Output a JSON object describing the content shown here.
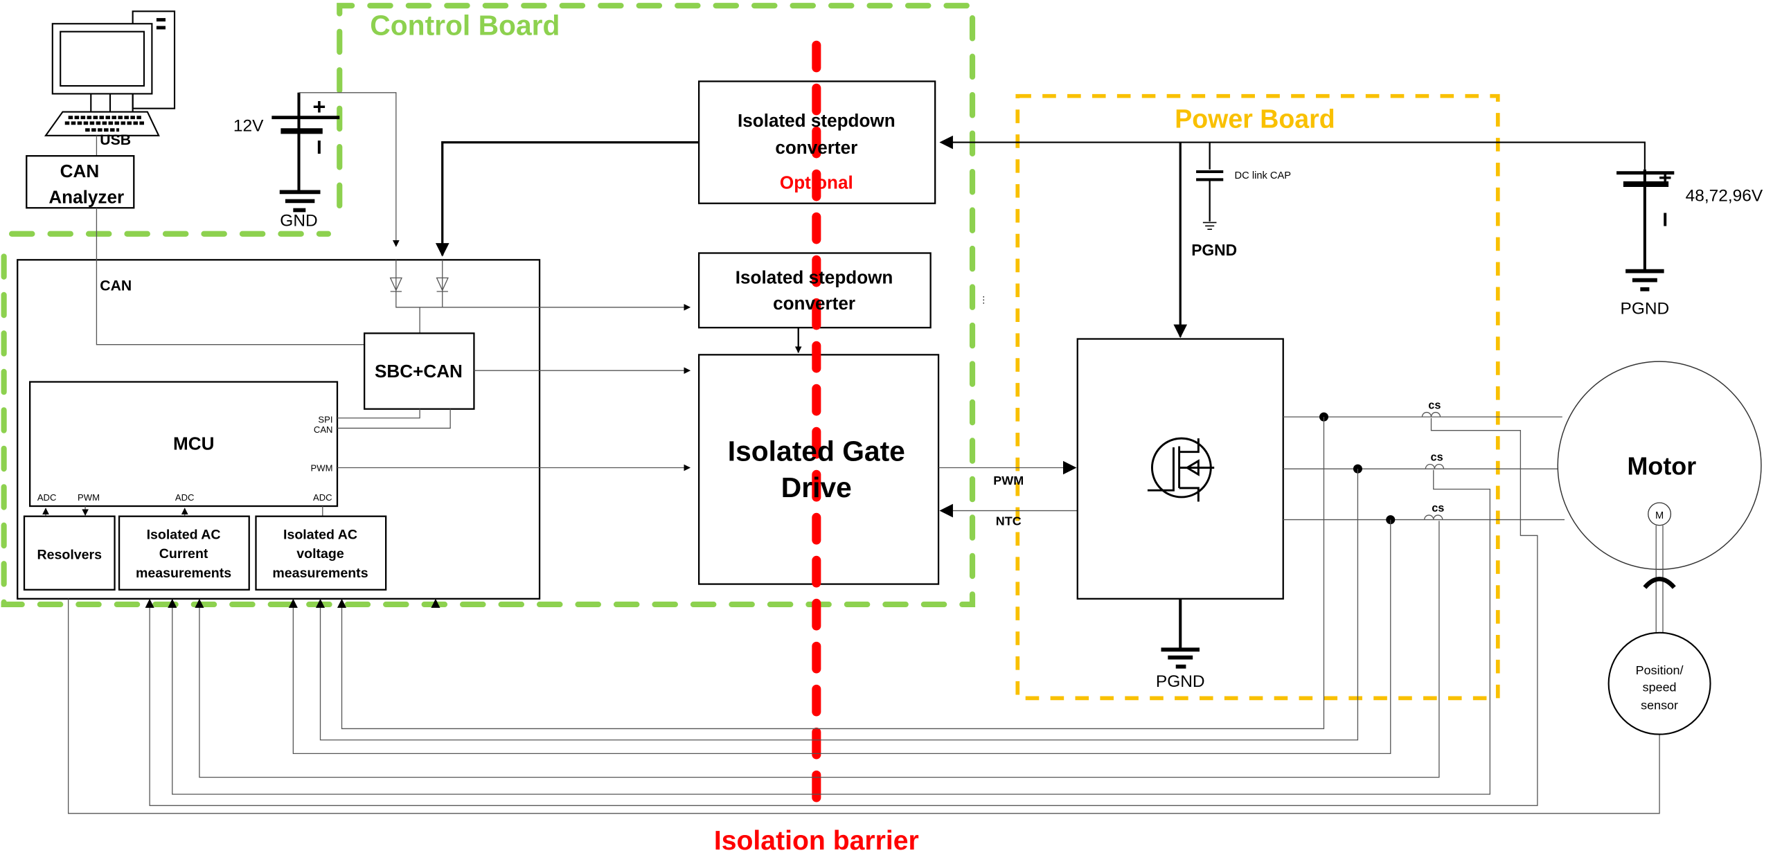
{
  "boards": {
    "control": {
      "label": "Control Board",
      "color": "#8dd14f"
    },
    "power": {
      "label": "Power Board",
      "color": "#f9c000"
    },
    "isolation": {
      "label": "Isolation barrier",
      "color": "#ff0000"
    }
  },
  "pc": {
    "usb_label": "USB"
  },
  "can_analyzer": {
    "line1": "CAN",
    "line2": "Analyzer"
  },
  "can_bus_label": "CAN",
  "battery_12v": {
    "voltage": "12V",
    "plus": "+",
    "minus": "I",
    "ground": "GND"
  },
  "battery_hv": {
    "voltage": "48,72,96V",
    "plus": "+",
    "minus": "I",
    "ground": "PGND"
  },
  "sbc": {
    "label": "SBC+CAN"
  },
  "mcu": {
    "label": "MCU",
    "pins": {
      "spi": "SPI",
      "can": "CAN",
      "pwm": "PWM",
      "adc1": "ADC",
      "pwm2": "PWM",
      "adc2": "ADC",
      "adc3": "ADC"
    }
  },
  "resolvers": {
    "label": "Resolvers"
  },
  "current_meas": {
    "line1": "Isolated AC",
    "line2": "Current",
    "line3": "measurements"
  },
  "voltage_meas": {
    "line1": "Isolated AC",
    "line2": "voltage",
    "line3": "measurements"
  },
  "stepdown1": {
    "line1": "Isolated stepdown",
    "line2": "converter",
    "note": "Optional"
  },
  "stepdown2": {
    "line1": "Isolated stepdown",
    "line2": "converter"
  },
  "gate_drive": {
    "line1": "Isolated Gate",
    "line2": "Drive"
  },
  "signals": {
    "pwm": "PWM",
    "ntc": "NTC"
  },
  "dc_link": {
    "label": "DC link CAP",
    "ground": "PGND"
  },
  "power_stage": {
    "ground": "PGND"
  },
  "current_sensors": [
    "cs",
    "cs",
    "cs"
  ],
  "motor": {
    "label": "Motor",
    "symbol": "M"
  },
  "sensor": {
    "line1": "Position/",
    "line2": "speed",
    "line3": "sensor"
  }
}
